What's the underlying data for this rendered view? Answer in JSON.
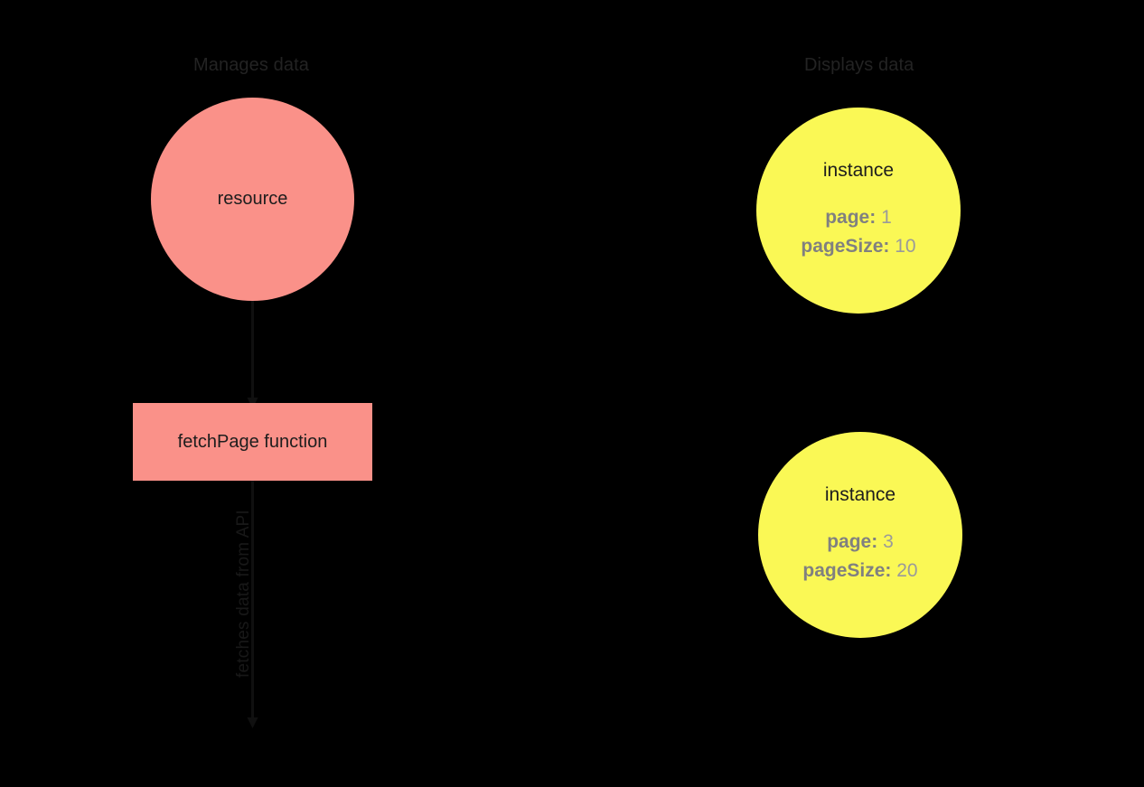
{
  "diagram": {
    "background_color": "#000000",
    "clusters": [
      {
        "id": "manages",
        "title": "Manages data"
      },
      {
        "id": "displays",
        "title": "Displays data"
      }
    ],
    "nodes": [
      {
        "id": "resource",
        "label": "resource",
        "shape": "circle",
        "fill": "#FA9189",
        "text_color": "#1d1d1d"
      },
      {
        "id": "fetchPage",
        "label": "fetchPage function",
        "shape": "rect",
        "fill": "#FA9189",
        "text_color": "#1d1d1d"
      },
      {
        "id": "instance1",
        "title": "instance",
        "shape": "circle",
        "fill": "#FAF855",
        "props": [
          {
            "key": "page:",
            "value": "1"
          },
          {
            "key": "pageSize:",
            "value": "10"
          }
        ]
      },
      {
        "id": "instance2",
        "title": "instance",
        "shape": "circle",
        "fill": "#FAF855",
        "props": [
          {
            "key": "page:",
            "value": "3"
          },
          {
            "key": "pageSize:",
            "value": "20"
          }
        ]
      }
    ],
    "edges": [
      {
        "id": "resource-to-fetchpage",
        "from": "resource",
        "to": "fetchPage",
        "label": "",
        "stroke": "#111111"
      },
      {
        "id": "fetchpage-to-api",
        "from": "fetchPage",
        "to": "api",
        "label": "fetches data from API",
        "stroke": "#111111"
      }
    ]
  }
}
